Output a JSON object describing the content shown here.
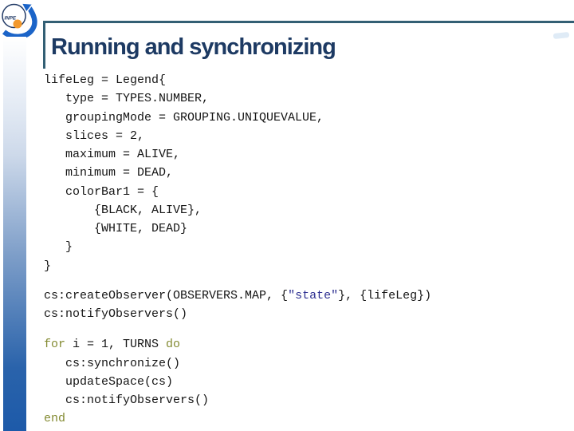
{
  "slide": {
    "title": "Running and synchronizing",
    "logo_label": "INPE",
    "colors": {
      "rule": "#335f74",
      "title_text": "#1d3a63",
      "code_text": "#151515",
      "keyword": "#848b33",
      "string": "#2d2f91",
      "strip_bottom": "#1d5aa9",
      "logo_blue": "#1b64c8",
      "logo_orange": "#f2992e",
      "logo_outline": "#223a66"
    },
    "code_blocks": [
      {
        "name": "legend-definition",
        "lines": [
          [
            {
              "t": "lifeLeg = Legend{",
              "c": "p"
            }
          ],
          [
            {
              "t": "   type = TYPES.NUMBER,",
              "c": "p"
            }
          ],
          [
            {
              "t": "   groupingMode = GROUPING.UNIQUEVALUE,",
              "c": "p"
            }
          ],
          [
            {
              "t": "   slices = 2,",
              "c": "p"
            }
          ],
          [
            {
              "t": "   maximum = ALIVE,",
              "c": "p"
            }
          ],
          [
            {
              "t": "   minimum = DEAD,",
              "c": "p"
            }
          ],
          [
            {
              "t": "   colorBar1 = {",
              "c": "p"
            }
          ],
          [
            {
              "t": "       {BLACK, ALIVE},",
              "c": "p"
            }
          ],
          [
            {
              "t": "       {WHITE, DEAD}",
              "c": "p"
            }
          ],
          [
            {
              "t": "   }",
              "c": "p"
            }
          ],
          [
            {
              "t": "}",
              "c": "p"
            }
          ]
        ]
      },
      {
        "name": "observer-setup",
        "lines": [
          [
            {
              "t": "cs:createObserver(OBSERVERS.MAP, {",
              "c": "p"
            },
            {
              "t": "\"state\"",
              "c": "s"
            },
            {
              "t": "}, {lifeLeg})",
              "c": "p"
            }
          ],
          [
            {
              "t": "cs:notifyObservers()",
              "c": "p"
            }
          ]
        ]
      },
      {
        "name": "simulation-loop",
        "lines": [
          [
            {
              "t": "for",
              "c": "k"
            },
            {
              "t": " i = 1, TURNS ",
              "c": "p"
            },
            {
              "t": "do",
              "c": "k"
            }
          ],
          [
            {
              "t": "   cs:synchronize()",
              "c": "p"
            }
          ],
          [
            {
              "t": "   updateSpace(cs)",
              "c": "p"
            }
          ],
          [
            {
              "t": "   cs:notifyObservers()",
              "c": "p"
            }
          ],
          [
            {
              "t": "end",
              "c": "k"
            }
          ]
        ]
      }
    ]
  }
}
